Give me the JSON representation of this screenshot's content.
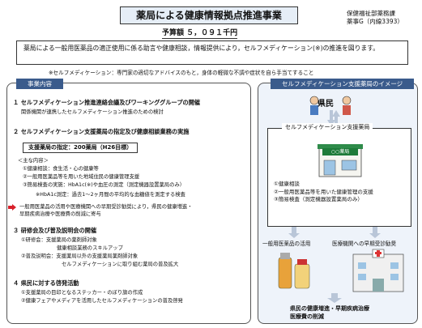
{
  "header": {
    "title": "薬局による健康情報拠点推進事業",
    "dept_line1": "保健福祉部薬務課",
    "dept_line2": "薬事G（内線3393）",
    "budget": "予算額 ５，０９１千円"
  },
  "summary": {
    "text": "薬局による一般用医薬品の適正使用に係る助言や健康相談，情報提供により，セルフメディケーション(※)の推進を図ります。",
    "note": "※セルフメディケーション：専門家の適切なアドバイスのもと，身体の軽微な不調や症状を自ら手当てすること"
  },
  "left": {
    "label": "事業内容",
    "s1_title": "１ セルフメディケーション推進連絡会議及びワーキンググループの開催",
    "s1_sub": "関係機関が連携したセルフメディケーション推進のための検討",
    "s2_title": "２ セルフメディケーション支援薬局の指定及び健康相談業務の実施",
    "s2_box": "支援薬局の指定：200薬局（H26目標）",
    "s2_main": "＜主な内容＞",
    "s2_items": [
      "①健康相談：食生活・心の健康等",
      "②一般用医薬品等を用いた地域住民の健康管理支援",
      "③簡易検査の実施：HbA1c(※)や血圧の測定（測定機器設置薬局のみ）",
      "※HbA1c測定：過去1～2ヶ月間の平均的な血糖値を測定する検査",
      "一般用医薬品の活用や医療機関への早期受診勧奨により，県民の健康増進・",
      "早期疾病治療や医療費の削減に寄与"
    ],
    "s3_title": "３ 研修会及び普及説明会の開催",
    "s3_items": [
      "①研修会：支援薬局の薬剤師対象",
      "健康相談業務のスキルアップ",
      "②普及説明会：支援薬局以外の支援薬局薬剤師対象",
      "セルフメディケーションに取り組む薬局の普及拡大"
    ],
    "s4_title": "４ 県民に対する啓発活動",
    "s4_items": [
      "①支援薬局の目印となるステッカー・のぼり旗の作成",
      "②健康フェアやメディアを活用したセルフメディケーションの普及啓発"
    ]
  },
  "right": {
    "label": "セルフメディケーション支援薬局のイメージ",
    "kenmin": "県民",
    "center_title": "セルフメディケーション支援薬局",
    "pharmacy_sign": "○○薬局",
    "items": [
      "①健康相談",
      "②一般用医薬品等を用いた健康管理の支援",
      "③簡易検査（測定機器設置薬局のみ）"
    ],
    "col_left": "一般用医薬品の活用",
    "col_right": "医療機関への早期受診勧奨",
    "result1": "県民の健康増進・早期疾病治療",
    "result2": "医療費の削減"
  }
}
